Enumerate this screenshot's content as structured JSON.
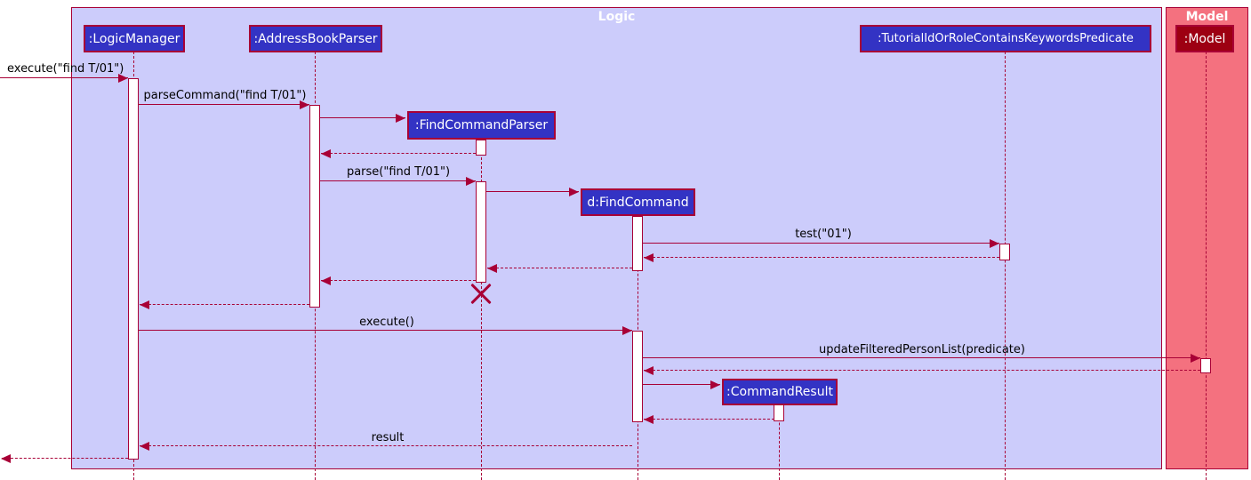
{
  "diagram": {
    "type": "uml-sequence-diagram",
    "frames": {
      "logic": {
        "title": "Logic"
      },
      "model": {
        "title": "Model"
      }
    },
    "participants": {
      "logic_manager": {
        "label": ":LogicManager"
      },
      "address_book_parser": {
        "label": ":AddressBookParser"
      },
      "find_command_parser": {
        "label": ":FindCommandParser"
      },
      "find_command": {
        "label": "d:FindCommand"
      },
      "command_result": {
        "label": ":CommandResult"
      },
      "predicate": {
        "label": ":TutorialIdOrRoleContainsKeywordsPredicate"
      },
      "model": {
        "label": ":Model"
      }
    },
    "messages": {
      "execute_find": "execute(\"find T/01\")",
      "parse_command": "parseCommand(\"find T/01\")",
      "parse": "parse(\"find T/01\")",
      "test": "test(\"01\")",
      "execute": "execute()",
      "update_filtered_person_list": "updateFilteredPersonList(predicate)",
      "result": "result"
    },
    "colors": {
      "logic_fill": "#CCCCFB",
      "logic_participant": "#3333C4",
      "model_fill": "#F4717F",
      "model_participant": "#9D0012",
      "line": "#A80036"
    }
  }
}
